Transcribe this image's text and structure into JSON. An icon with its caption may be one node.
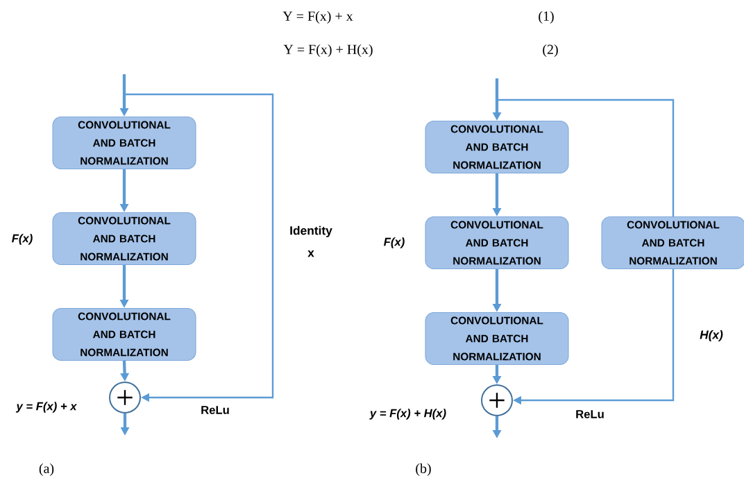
{
  "diagram": {
    "nodes": [
      {
        "text": [
          "CONVOLUTIONAL AND BATCH NORMALIZATION"
        ]
      },
      {
        "text": [
          "CONVOLUTIONAL AND BATCH NORMALIZATION"
        ]
      },
      {
        "text": [
          "CONVOLUTIONAL AND BATCH NORMALIZATION"
        ]
      },
      {
        "text": [],
        "shape": "circle"
      },
      {
        "text": [
          "CONVOLUTIONAL AND BATCH NORMALIZATION"
        ]
      },
      {
        "text": [
          "CONVOLUTIONAL AND BATCH NORMALIZATION"
        ]
      },
      {
        "text": [
          "CONVOLUTIONAL AND BATCH NORMALIZATION"
        ]
      },
      {
        "text": [
          "CONVOLUTIONAL AND BATCH NORMALIZATION"
        ]
      },
      {
        "text": [],
        "shape": "circle"
      }
    ],
    "edges": [
      {
        "from": null,
        "to": 0,
        "arrow": "to"
      },
      {
        "from": 0,
        "to": 1,
        "arrow": "to"
      },
      {
        "from": 1,
        "to": 2,
        "arrow": "to"
      },
      {
        "from": 2,
        "to": 3,
        "arrow": "to"
      },
      {
        "from": null,
        "to": 3,
        "arrow": "to",
        "label": "Identity x"
      },
      {
        "from": 3,
        "to": null,
        "arrow": "to"
      },
      {
        "from": null,
        "to": 4,
        "arrow": "to"
      },
      {
        "from": 4,
        "to": 5,
        "arrow": "to"
      },
      {
        "from": 5,
        "to": 6,
        "arrow": "to"
      },
      {
        "from": 6,
        "to": 8,
        "arrow": "to"
      },
      {
        "from": null,
        "to": 7,
        "arrow": "none"
      },
      {
        "from": 7,
        "to": 8,
        "arrow": "to",
        "label": "H(x)"
      },
      {
        "from": 8,
        "to": null,
        "arrow": "to"
      }
    ],
    "labels": [
      "Y = F(x) + x",
      "(1)",
      "Y = F(x) + H(x)",
      "(2)",
      "F(x)",
      "F(x)",
      "y = F(x) + x",
      "ReLu",
      "y = F(x) + H(x)",
      "ReLu",
      "(a)",
      "(b)"
    ]
  }
}
